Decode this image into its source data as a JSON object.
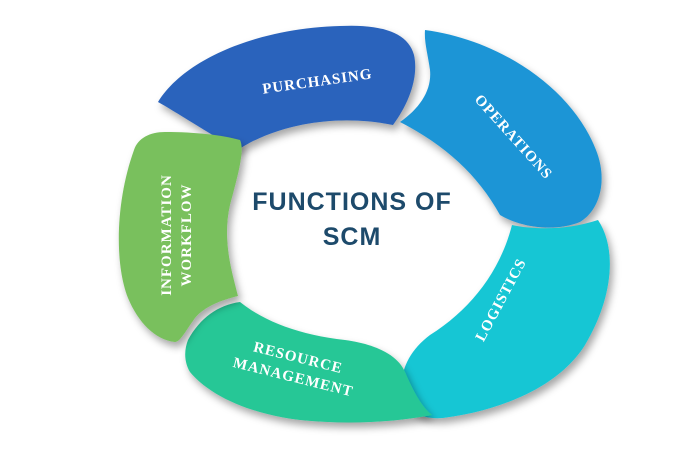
{
  "diagram": {
    "title_line1": "FUNCTIONS OF",
    "title_line2": "SCM",
    "segments": [
      {
        "label": "PURCHASING",
        "color": "#2a63bc"
      },
      {
        "label": "OPERATIONS",
        "color": "#1f95d6"
      },
      {
        "label": "LOGISTICS",
        "color": "#17c6d4"
      },
      {
        "label_line1": "RESOURCE",
        "label_line2": "MANAGEMENT",
        "color": "#25c796"
      },
      {
        "label_line1": "INFORMATION",
        "label_line2": "WORKFLOW",
        "color": "#79c05d"
      }
    ],
    "title_color": "#1d4a6b"
  }
}
